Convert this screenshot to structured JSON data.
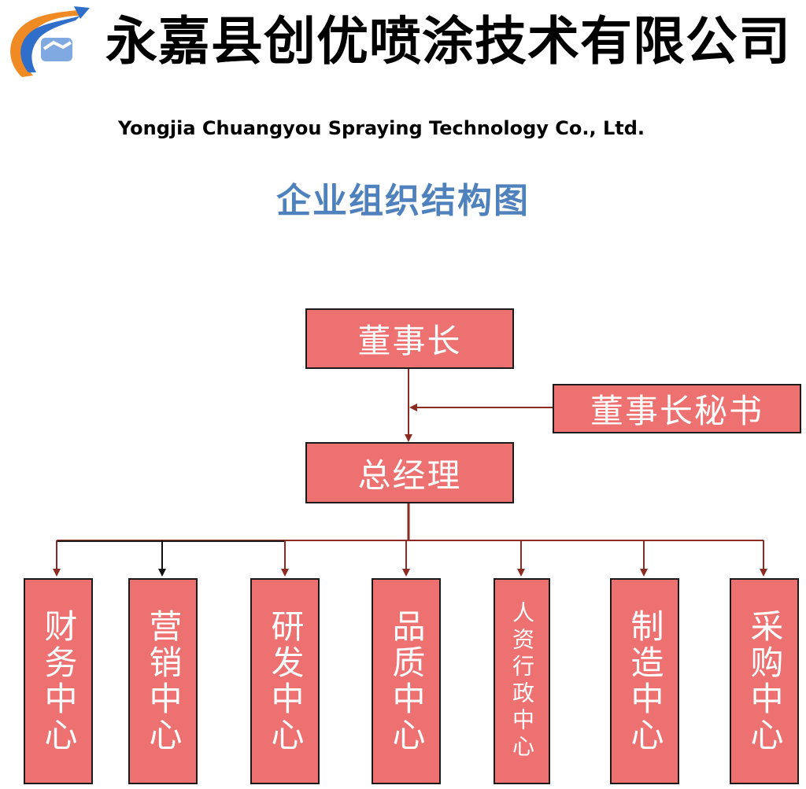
{
  "header": {
    "company_cn": "永嘉县创优喷涂技术有限公司",
    "company_en": "Yongjia Chuangyou Spraying Technology Co., Ltd."
  },
  "chart": {
    "title": "企业组织结构图"
  },
  "org": {
    "chairman": "董事长",
    "secretary": "董事长秘书",
    "general_manager": "总经理",
    "departments": [
      "财务中心",
      "营销中心",
      "研发中心",
      "品质中心",
      "人资行政中心",
      "制造中心",
      "采购中心"
    ]
  },
  "colors": {
    "box_fill": "#ec7170",
    "box_border": "#1a1a1a",
    "connector": "#8b2b22",
    "title": "#4f81bd",
    "logo_orange": "#f08a24",
    "logo_blue": "#2f6fc9"
  }
}
